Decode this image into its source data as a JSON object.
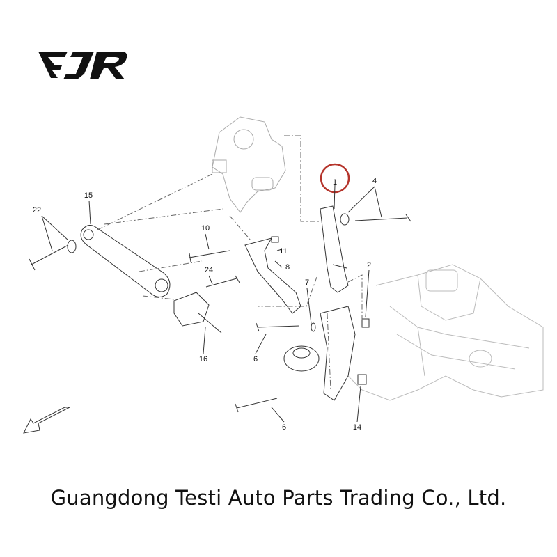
{
  "logo": {
    "text": "FJR"
  },
  "diagram": {
    "highlight_color": "#b5342b",
    "highlighted_part": "1",
    "callouts": [
      "1",
      "4",
      "22",
      "15",
      "10",
      "11",
      "8",
      "24",
      "7",
      "2",
      "16",
      "6",
      "6",
      "14"
    ]
  },
  "footer": {
    "company": "Guangdong Testi Auto Parts Trading Co., Ltd."
  }
}
